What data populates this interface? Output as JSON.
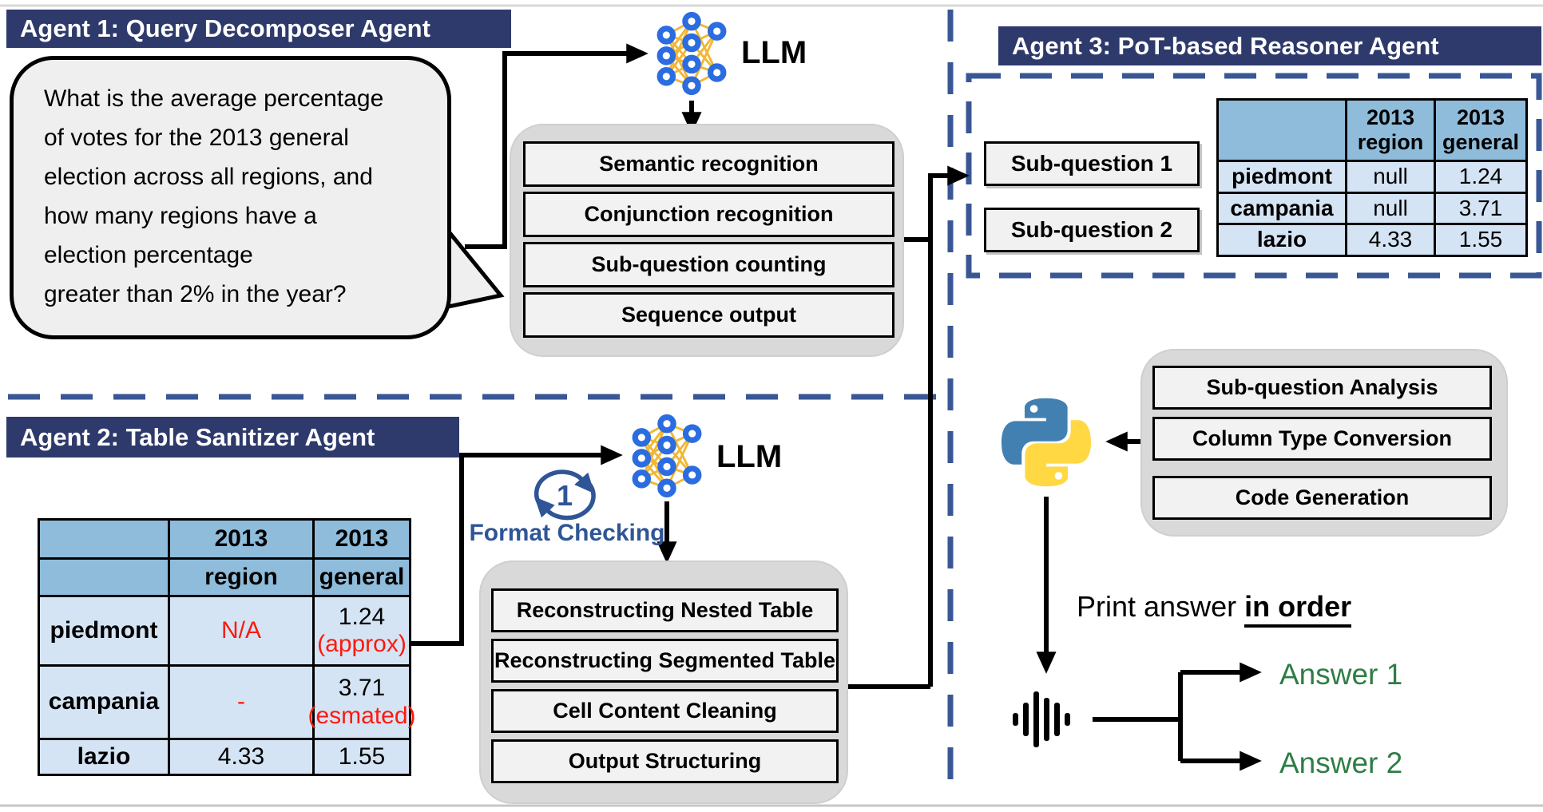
{
  "agent1": {
    "title": "Agent 1: Query Decomposer Agent",
    "llm_label": "LLM",
    "question_lines": [
      "What is the average percentage",
      "of votes for the 2013 general",
      "election across all regions, and",
      "how many regions have a",
      "election percentage",
      "greater than 2% in the year?"
    ],
    "steps": [
      "Semantic recognition",
      "Conjunction recognition",
      "Sub-question counting",
      "Sequence output"
    ]
  },
  "agent2": {
    "title": "Agent 2: Table Sanitizer Agent",
    "llm_label": "LLM",
    "format_loop": {
      "count": "1",
      "label": "Format Checking"
    },
    "steps": [
      "Reconstructing Nested Table",
      "Reconstructing Segmented Table",
      "Cell Content Cleaning",
      "Output Structuring"
    ],
    "table": {
      "year_headers": [
        "2013",
        "2013"
      ],
      "name_headers": [
        "region",
        "general"
      ],
      "rows": [
        {
          "name": "piedmont",
          "region": "N/A",
          "general": "1.24",
          "general_note": "(approx)"
        },
        {
          "name": "campania",
          "region": "-",
          "general": "3.71",
          "general_note": "(esmated)"
        },
        {
          "name": "lazio",
          "region": "4.33",
          "general": "1.55",
          "general_note": ""
        }
      ]
    }
  },
  "agent3": {
    "title": "Agent 3: PoT-based Reasoner Agent",
    "subquestions": [
      "Sub-question 1",
      "Sub-question 2"
    ],
    "table": {
      "col1": {
        "year": "2013",
        "label": "region"
      },
      "col2": {
        "year": "2013",
        "label": "general"
      },
      "rows": [
        {
          "name": "piedmont",
          "region": "null",
          "general": "1.24"
        },
        {
          "name": "campania",
          "region": "null",
          "general": "3.71"
        },
        {
          "name": "lazio",
          "region": "4.33",
          "general": "1.55"
        }
      ]
    },
    "steps": [
      "Sub-question Analysis",
      "Column Type Conversion",
      "Code Generation"
    ],
    "print_prefix": "Print answer ",
    "print_emph": "in order",
    "answers": [
      "Answer 1",
      "Answer 2"
    ]
  },
  "colors": {
    "banner_navy": "#2e3a6b",
    "dashed_blue": "#3a5795",
    "format_blue": "#2f5597",
    "alert_red": "#fe190d",
    "answer_green": "#2e7d46",
    "table_header_blue": "#8fbcdb",
    "table_body_blue": "#d5e4f4",
    "node_blue": "#2b6de0",
    "edge_yellow": "#f2b632",
    "python_blue": "#4280b2",
    "python_yellow": "#ffd843"
  }
}
